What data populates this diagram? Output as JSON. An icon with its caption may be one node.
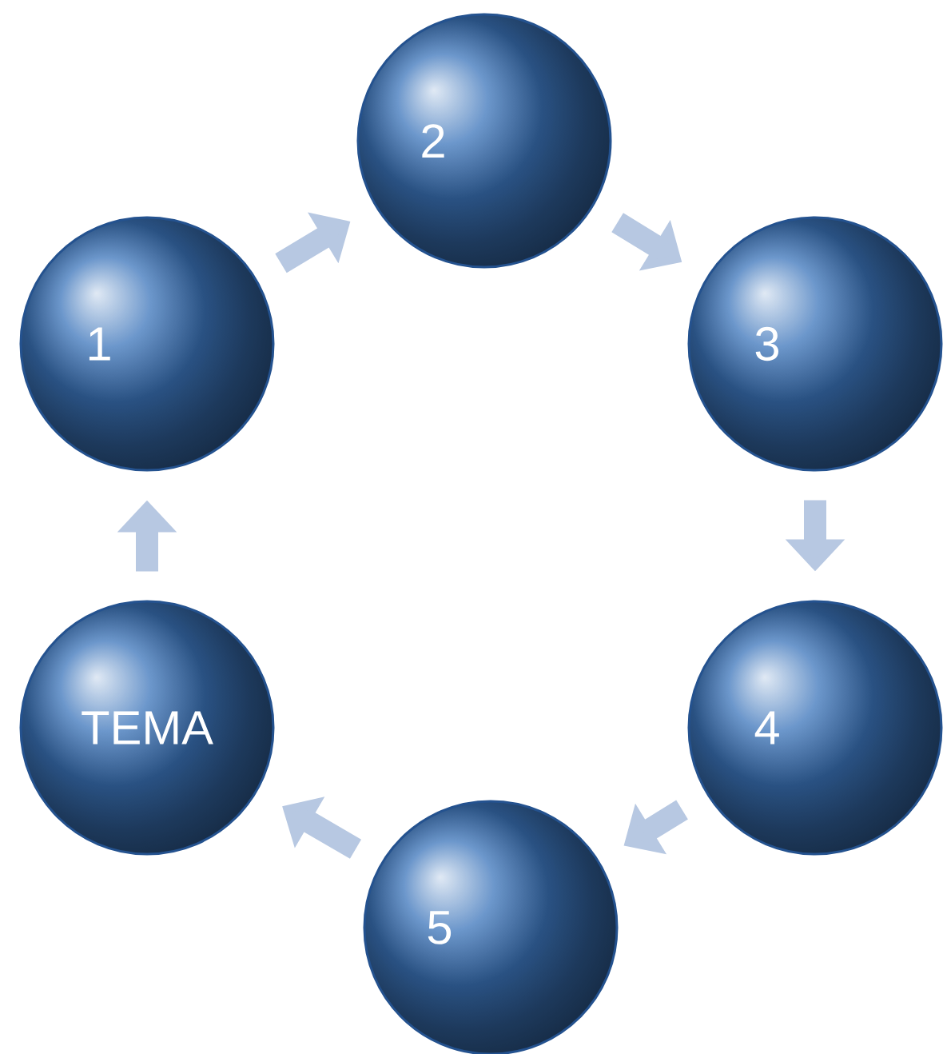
{
  "diagram": {
    "nodes": [
      {
        "text": [
          "1"
        ]
      },
      {
        "text": [
          "2"
        ]
      },
      {
        "text": [
          "3"
        ]
      },
      {
        "text": [
          "4"
        ]
      },
      {
        "text": [
          "5"
        ]
      },
      {
        "text": [
          "TEMA"
        ]
      }
    ],
    "edges": [
      {
        "from": 5,
        "to": 0,
        "arrow": "to"
      },
      {
        "from": 0,
        "to": 1,
        "arrow": "to"
      },
      {
        "from": 1,
        "to": 2,
        "arrow": "to"
      },
      {
        "from": 2,
        "to": 3,
        "arrow": "to"
      },
      {
        "from": 3,
        "to": 4,
        "arrow": "to"
      },
      {
        "from": 4,
        "to": 5,
        "arrow": "to"
      }
    ]
  }
}
